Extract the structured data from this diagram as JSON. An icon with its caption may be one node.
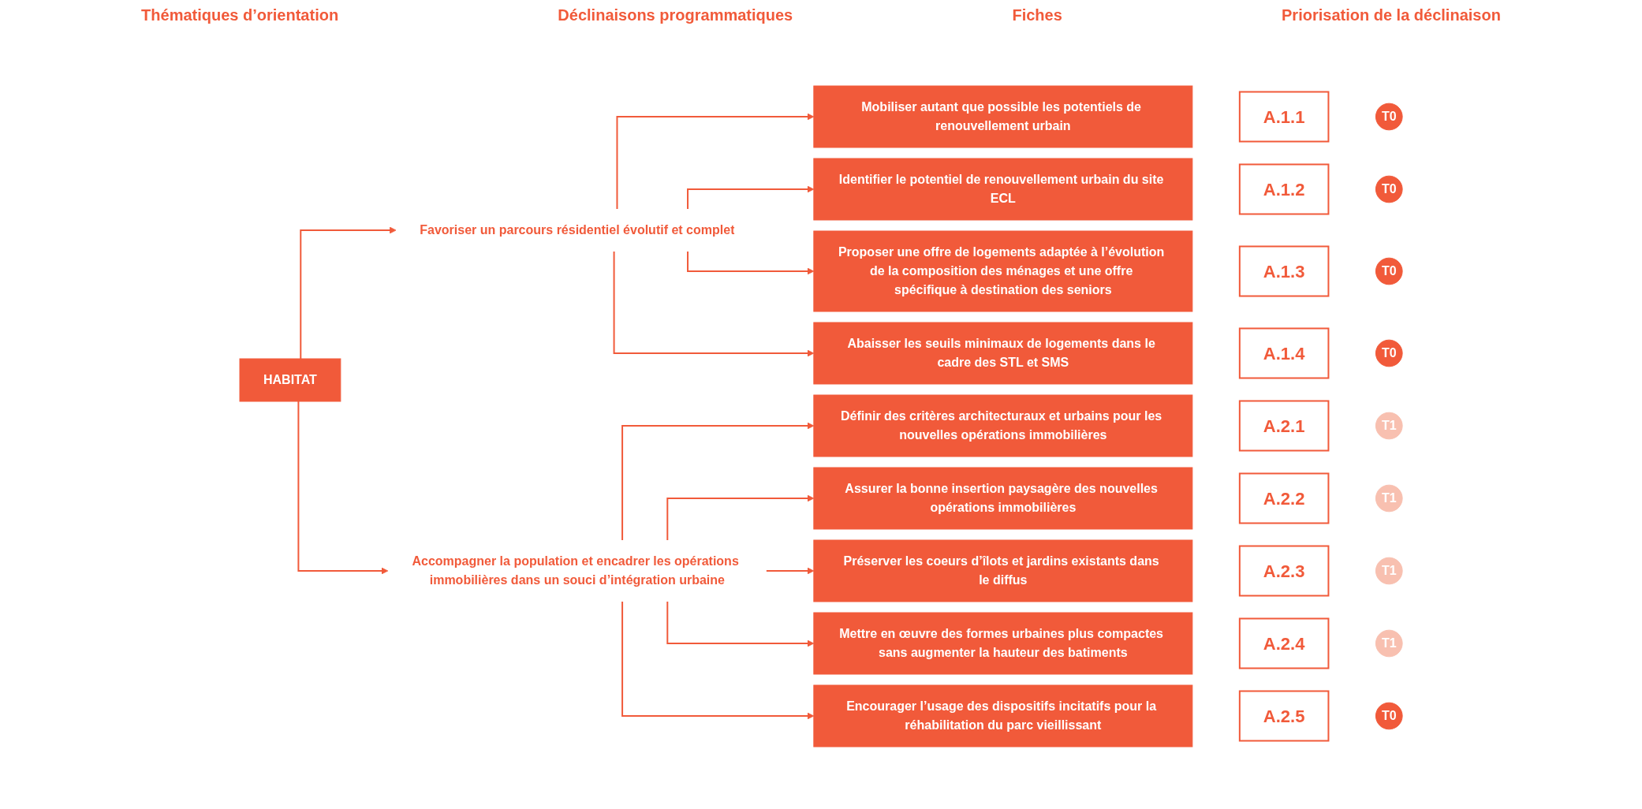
{
  "diagram": {
    "nodes": [
      {
        "text": [
          "HABITAT"
        ]
      },
      {
        "text": [
          "Favoriser un parcours résidentiel évolutif et complet"
        ]
      },
      {
        "text": [
          "Mobiliser autant que possible les potentiels de renouvellement urbain"
        ]
      },
      {
        "text": [
          "A.1.1"
        ]
      },
      {
        "text": [
          "T0"
        ]
      },
      {
        "text": [
          "Identifier le potentiel de renouvellement urbain du site ECL"
        ]
      },
      {
        "text": [
          "A.1.2"
        ]
      },
      {
        "text": [
          "T0"
        ]
      },
      {
        "text": [
          "Proposer une offre de logements adaptée à l’évolution de la composition des ménages et une offre spécifique à destination des seniors"
        ]
      },
      {
        "text": [
          "A.1.3"
        ]
      },
      {
        "text": [
          "T0"
        ]
      },
      {
        "text": [
          "Abaisser les seuils minimaux de logements dans le cadre des STL et SMS"
        ]
      },
      {
        "text": [
          "A.1.4"
        ]
      },
      {
        "text": [
          "T0"
        ]
      },
      {
        "text": [
          "Accompagner la population et encadrer les opérations immobilières dans un souci d’intégration urbaine"
        ]
      },
      {
        "text": [
          "Définir des critères architecturaux et urbains pour les nouvelles opérations immobilières"
        ]
      },
      {
        "text": [
          "A.2.1"
        ]
      },
      {
        "text": [
          "T1"
        ]
      },
      {
        "text": [
          "Assurer la bonne insertion paysagère des nouvelles opérations immobilières"
        ]
      },
      {
        "text": [
          "A.2.2"
        ]
      },
      {
        "text": [
          "T1"
        ]
      },
      {
        "text": [
          "Préserver les coeurs d’îlots et jardins existants dans le diffus"
        ]
      },
      {
        "text": [
          "A.2.3"
        ]
      },
      {
        "text": [
          "T1"
        ]
      },
      {
        "text": [
          "Mettre en œuvre des formes urbaines plus compactes sans augmenter la hauteur des batiments"
        ]
      },
      {
        "text": [
          "A.2.4"
        ]
      },
      {
        "text": [
          "T1"
        ]
      },
      {
        "text": [
          "Encourager l’usage des dispositifs incitatifs pour la réhabilitation du parc vieillissant"
        ]
      },
      {
        "text": [
          "A.2.5"
        ]
      },
      {
        "text": [
          "T0"
        ]
      }
    ],
    "edges": [
      {
        "from": 0,
        "to": 1,
        "arrow": "to"
      },
      {
        "from": 0,
        "to": 14,
        "arrow": "to"
      },
      {
        "from": 1,
        "to": 2,
        "arrow": "to"
      },
      {
        "from": 1,
        "to": 5,
        "arrow": "to"
      },
      {
        "from": 1,
        "to": 8,
        "arrow": "to"
      },
      {
        "from": 1,
        "to": 11,
        "arrow": "to"
      },
      {
        "from": 14,
        "to": 15,
        "arrow": "to"
      },
      {
        "from": 14,
        "to": 18,
        "arrow": "to"
      },
      {
        "from": 14,
        "to": 21,
        "arrow": "to"
      },
      {
        "from": 14,
        "to": 24,
        "arrow": "to"
      },
      {
        "from": 14,
        "to": 27,
        "arrow": "to"
      }
    ],
    "labels": [
      "Thématiques d’orientation",
      "Déclinaisons programmatiques",
      "Fiches",
      "Priorisation de la déclinaison"
    ]
  }
}
